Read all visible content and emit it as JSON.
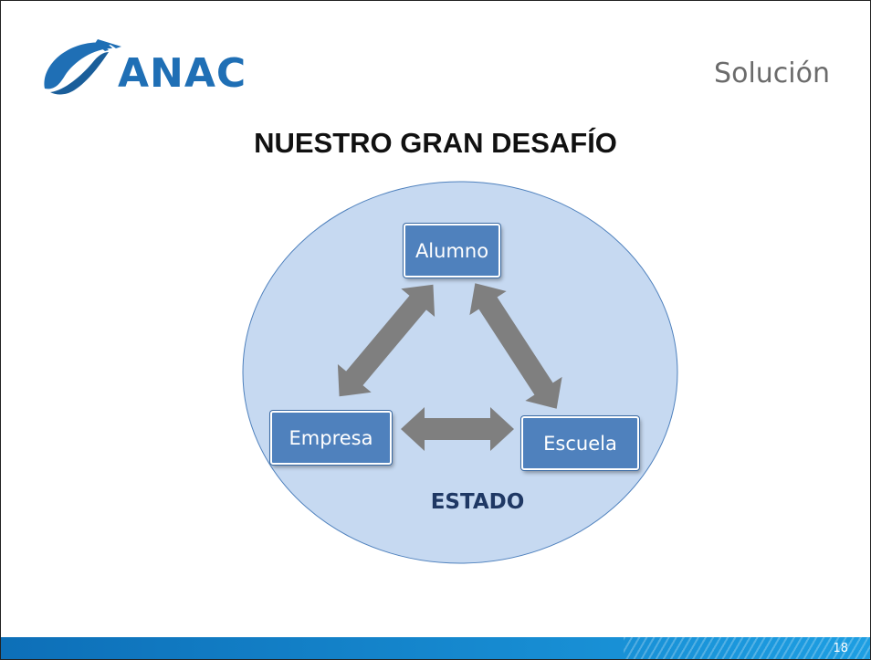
{
  "header": {
    "logo_text": "ANAC",
    "section_label": "Solución"
  },
  "slide": {
    "title": "NUESTRO GRAN DESAFÍO"
  },
  "diagram": {
    "nodes": {
      "alumno": "Alumno",
      "empresa": "Empresa",
      "escuela": "Escuela"
    },
    "container_label": "ESTADO",
    "colors": {
      "ellipse_fill": "#c6d9f1",
      "ellipse_stroke": "#4f81bd",
      "node_fill": "#4f81bd",
      "arrow_fill": "#7f7f7f"
    }
  },
  "footer": {
    "page_number": "18",
    "bar_color": "#1d8fd6"
  }
}
